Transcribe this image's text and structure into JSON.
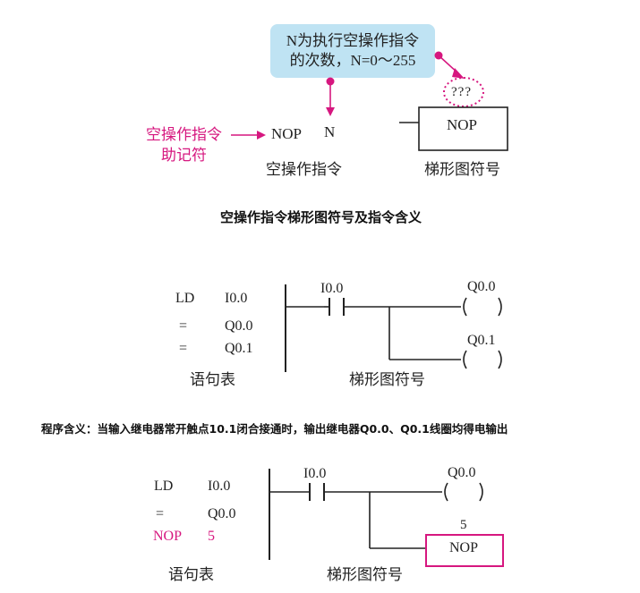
{
  "section1": {
    "callout_line1": "N为执行空操作指令",
    "callout_line2": "的次数，N=0～255",
    "unknown_count": "???",
    "mnemonic_label_line1": "空操作指令",
    "mnemonic_label_line2": "助记符",
    "instr_nop": "NOP",
    "instr_n": "N",
    "box_nop": "NOP",
    "caption_instruction": "空操作指令",
    "caption_ladder": "梯形图符号",
    "title": "空操作指令梯形图符号及指令含义"
  },
  "section2": {
    "stl_rows": [
      {
        "op": "LD",
        "arg": "I0.0"
      },
      {
        "op": "=",
        "arg": "Q0.0"
      },
      {
        "op": "=",
        "arg": "Q0.1"
      }
    ],
    "contact_label": "I0.0",
    "coil1_label": "Q0.0",
    "coil2_label": "Q0.1",
    "caption_stl": "语句表",
    "caption_ladder": "梯形图符号",
    "meaning": "程序含义：当输入继电器常开触点10.1闭合接通时，输出继电器Q0.0、Q0.1线圈均得电输出"
  },
  "section3": {
    "stl_rows": [
      {
        "op": "LD",
        "arg": "I0.0"
      },
      {
        "op": "=",
        "arg": "Q0.0"
      },
      {
        "op": "NOP",
        "arg": "5"
      }
    ],
    "contact_label": "I0.0",
    "coil_label": "Q0.0",
    "nop_count": "5",
    "box_nop": "NOP",
    "caption_stl": "语句表",
    "caption_ladder": "梯形图符号"
  },
  "colors": {
    "accent": "#d6177f",
    "callout_bg": "#bfe3f3",
    "line": "#222222"
  }
}
